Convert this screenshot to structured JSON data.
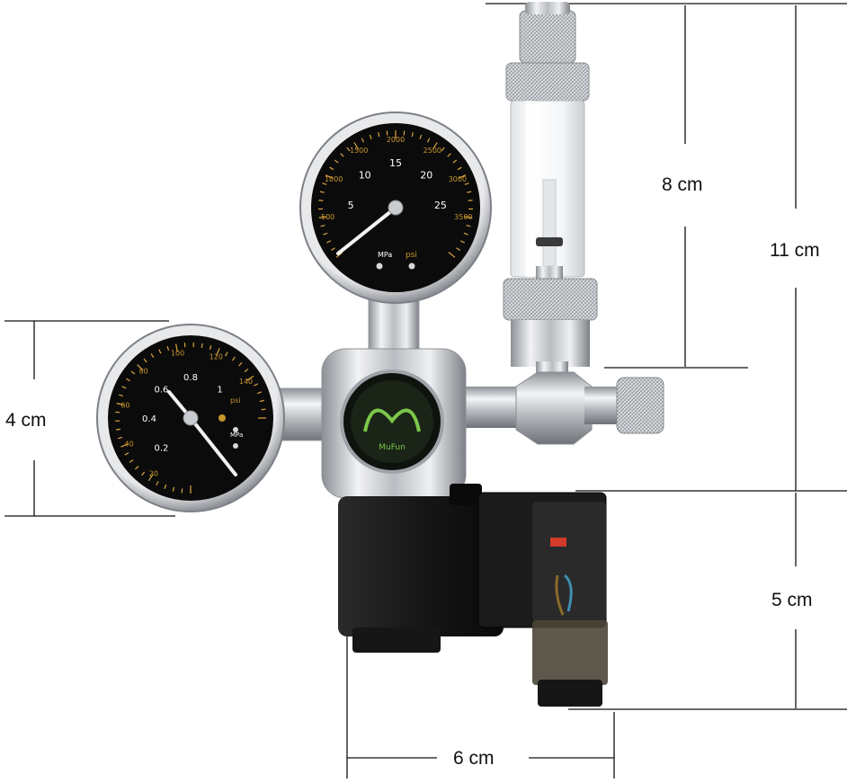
{
  "dimensions": {
    "flow_indicator_height": "8 cm",
    "total_height": "11 cm",
    "gauge_diameter": "4 cm",
    "solenoid_height": "5 cm",
    "solenoid_width": "6 cm"
  },
  "high_pressure_gauge": {
    "unit_inner": "MPa",
    "unit_outer": "psi",
    "inner_scale": [
      "5",
      "10",
      "15",
      "20",
      "25"
    ],
    "outer_scale": [
      "500",
      "1000",
      "1500",
      "2000",
      "2500",
      "3000",
      "3500"
    ]
  },
  "low_pressure_gauge": {
    "unit_inner": "MPa",
    "unit_outer": "psi",
    "inner_scale": [
      "0.2",
      "0.4",
      "0.6",
      "0.8",
      "1"
    ],
    "outer_scale": [
      "20",
      "40",
      "60",
      "80",
      "100",
      "120",
      "140"
    ]
  },
  "body_logo_text": "MuFun",
  "colors": {
    "gauge_face": "#0b0b0b",
    "scale_yellow": "#d9a441",
    "chrome": "#c9ccd0",
    "solenoid": "#121212",
    "logo_green": "#7cc74a"
  }
}
